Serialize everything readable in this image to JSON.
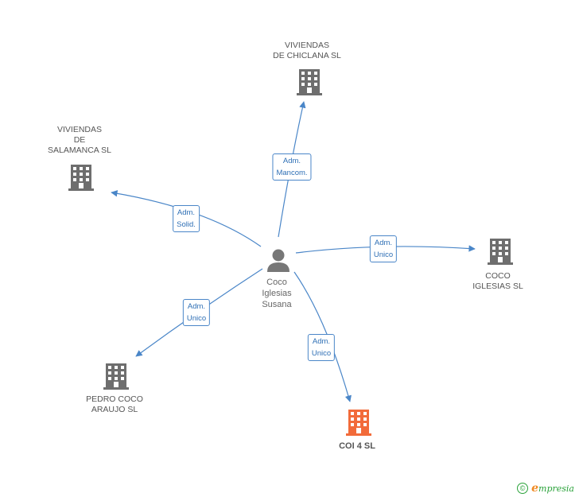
{
  "person": {
    "name": "Coco\nIglesias\nSusana"
  },
  "companies": [
    {
      "key": "viviendas-chiclana",
      "label": "VIVIENDAS\nDE CHICLANA SL",
      "focus": false
    },
    {
      "key": "viviendas-salamanca",
      "label": "VIVIENDAS\nDE\nSALAMANCA SL",
      "focus": false
    },
    {
      "key": "coco-iglesias",
      "label": "COCO\nIGLESIAS SL",
      "focus": false
    },
    {
      "key": "pedro-coco-araujo",
      "label": "PEDRO COCO\nARAUJO SL",
      "focus": false
    },
    {
      "key": "coi-4",
      "label": "COI 4 SL",
      "focus": true
    }
  ],
  "relations": [
    {
      "target": "viviendas-chiclana",
      "label": "Adm.\nMancom."
    },
    {
      "target": "viviendas-salamanca",
      "label": "Adm.\nSolid."
    },
    {
      "target": "coco-iglesias",
      "label": "Adm.\nUnico"
    },
    {
      "target": "pedro-coco-araujo",
      "label": "Adm.\nUnico"
    },
    {
      "target": "coi-4",
      "label": "Adm.\nUnico"
    }
  ],
  "footer": {
    "copyright": "©",
    "brand_first": "e",
    "brand_rest": "mpresia"
  },
  "colors": {
    "edge": "#4a86c8",
    "building": "#6e6e6e",
    "focus_building": "#f26b3a",
    "person": "#777777"
  }
}
